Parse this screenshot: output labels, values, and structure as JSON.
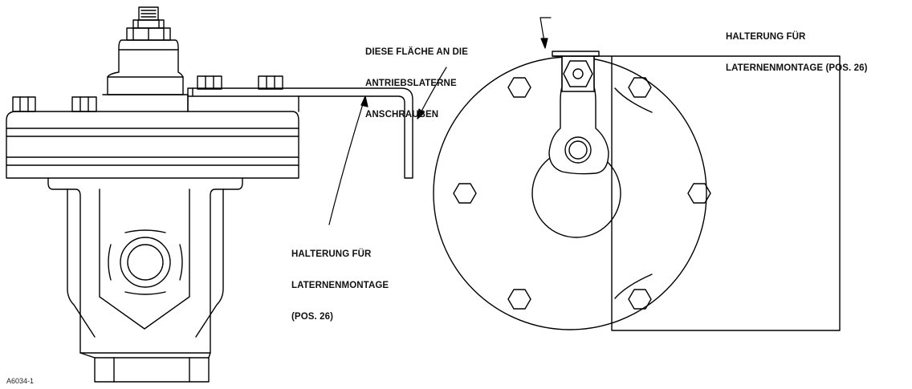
{
  "callouts": {
    "bolt_face": {
      "line1": "DIESE FLÄCHE AN DIE",
      "line2": "ANTRIEBSLATERNE",
      "line3": "ANSCHRAUBEN"
    },
    "bracket_left": {
      "line1": "HALTERUNG FÜR",
      "line2": "LATERNENMONTAGE",
      "line3": "(POS. 26)"
    },
    "bracket_right": {
      "line1": "HALTERUNG FÜR",
      "line2": "LATERNENMONTAGE (POS. 26)"
    }
  },
  "figure_id": "A6034-1",
  "colors": {
    "line": "#000000",
    "background": "#ffffff"
  }
}
